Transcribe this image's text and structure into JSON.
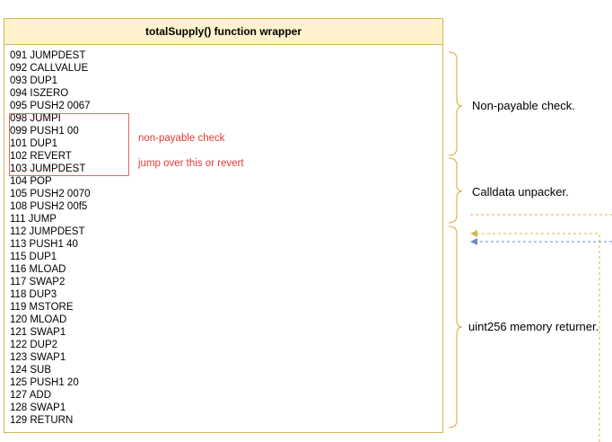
{
  "diagram": {
    "title": "totalSupply() function wrapper",
    "opcodes": [
      "091 JUMPDEST",
      "092 CALLVALUE",
      "093 DUP1",
      "094 ISZERO",
      "095 PUSH2 0067",
      "098 JUMPI",
      "099 PUSH1 00",
      "101 DUP1",
      "102 REVERT",
      "103 JUMPDEST",
      "104 POP",
      "105 PUSH2 0070",
      "108 PUSH2 00f5",
      "111 JUMP",
      "112 JUMPDEST",
      "113 PUSH1 40",
      "115 DUP1",
      "116 MLOAD",
      "117 SWAP2",
      "118 DUP3",
      "119 MSTORE",
      "120 MLOAD",
      "121 SWAP1",
      "122 DUP2",
      "123 SWAP1",
      "124 SUB",
      "125 PUSH1 20",
      "127 ADD",
      "128 SWAP1",
      "129 RETURN"
    ],
    "notes": {
      "nonpayable": "non-payable check",
      "jump_over": "jump over this or revert"
    },
    "annotations": {
      "nonpayable_check": "Non-payable check.",
      "calldata_unpacker": "Calldata unpacker.",
      "memory_returner": "uint256 memory returner."
    },
    "colors": {
      "box_border": "#d6b656",
      "header_fill": "#fff2cc",
      "highlight": "#e06666",
      "note_text": "#e53935",
      "arrow_gold": "#d6b656",
      "arrow_blue": "#6c8ebf"
    }
  }
}
